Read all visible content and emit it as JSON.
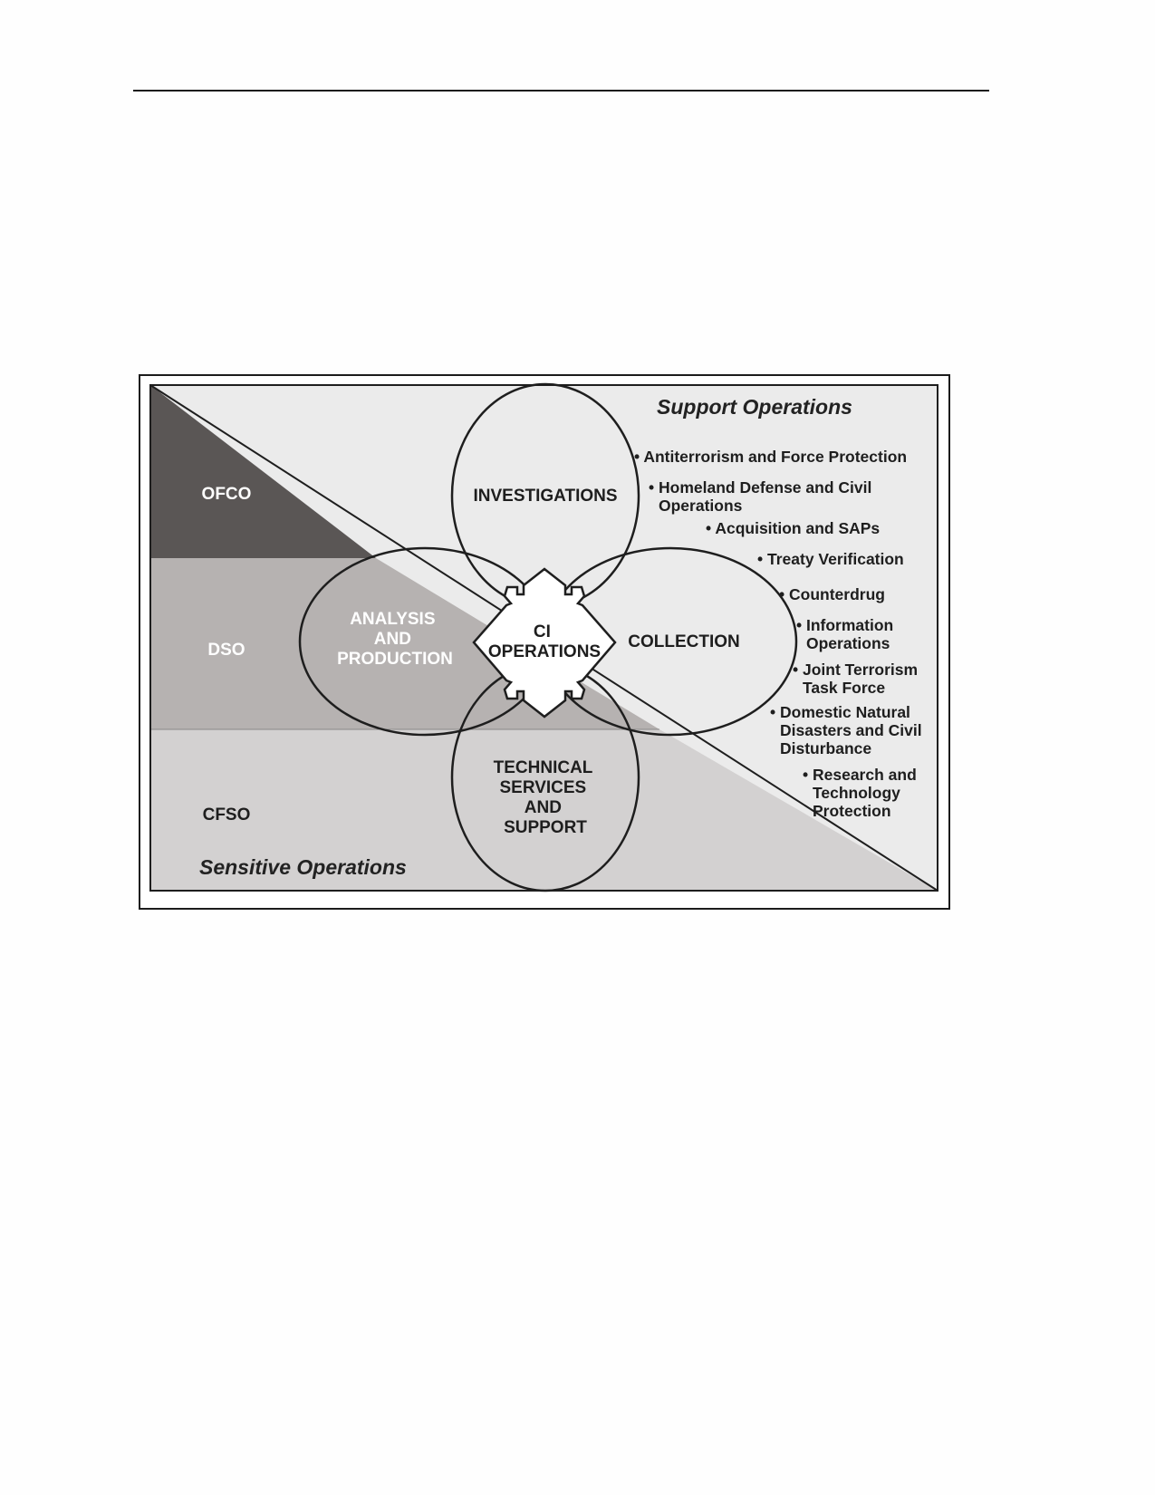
{
  "diagram": {
    "support_heading": "Support Operations",
    "sensitive_heading": "Sensitive Operations",
    "levels": [
      {
        "label": "OFCO",
        "shade": "#5a5655"
      },
      {
        "label": "DSO",
        "shade": "#b6b2b1"
      },
      {
        "label": "CFSO",
        "shade": "#d3d1d1"
      }
    ],
    "support_shade": "#ebebeb",
    "functions": {
      "investigations": [
        "INVESTIGATIONS"
      ],
      "analysis": [
        "ANALYSIS",
        "AND",
        "PRODUCTION"
      ],
      "collection": [
        "COLLECTION"
      ],
      "technical": [
        "TECHNICAL",
        "SERVICES",
        "AND",
        "SUPPORT"
      ]
    },
    "center": [
      "CI",
      "OPERATIONS"
    ],
    "support_items": [
      [
        "• Antiterrorism and Force Protection"
      ],
      [
        "• Homeland Defense and Civil",
        "Operations"
      ],
      [
        "• Acquisition and SAPs"
      ],
      [
        "• Treaty Verification"
      ],
      [
        "• Counterdrug"
      ],
      [
        "• Information",
        "Operations"
      ],
      [
        "• Joint Terrorism",
        "Task Force"
      ],
      [
        "• Domestic Natural",
        "Disasters and Civil",
        "Disturbance"
      ],
      [
        "• Research and",
        "Technology",
        "Protection"
      ]
    ]
  }
}
